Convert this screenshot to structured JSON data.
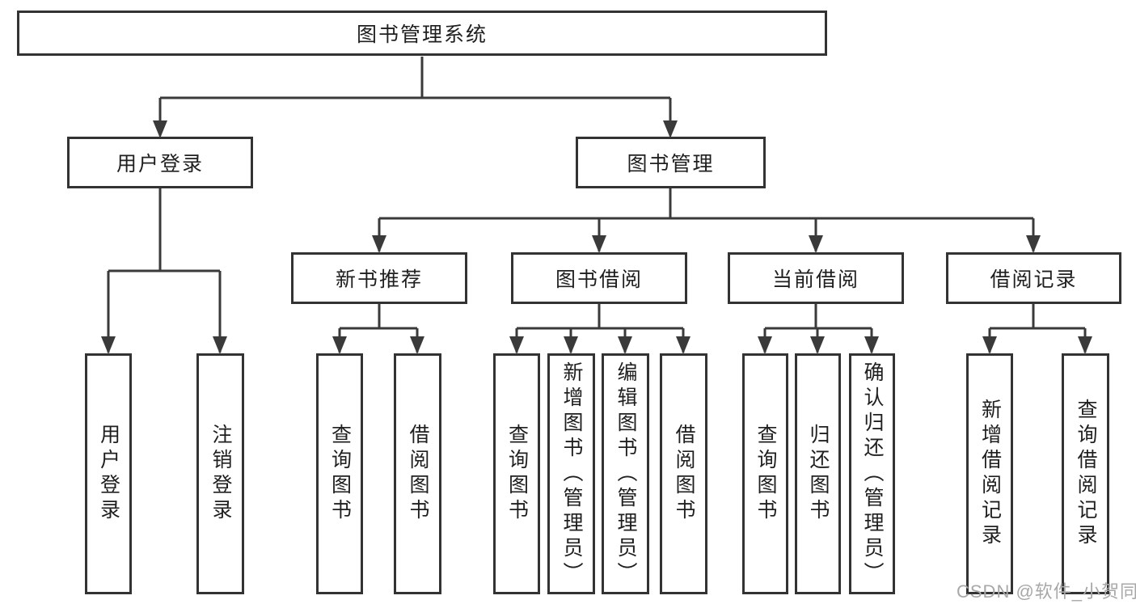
{
  "diagram": {
    "type": "hierarchy",
    "title": "图书管理系统",
    "colors": {
      "line": "#3a3a3a",
      "border": "#333333",
      "text": "#1f1f1f",
      "background": "#ffffff",
      "watermark": "#a8a8a8"
    },
    "watermark": "CSDN @软件_小贺同学",
    "nodes": {
      "root": {
        "label": "图书管理系统"
      },
      "user_login": {
        "label": "用户登录"
      },
      "book_mgmt": {
        "label": "图书管理"
      },
      "new_book_rec": {
        "label": "新书推荐"
      },
      "book_borrow": {
        "label": "图书借阅"
      },
      "cur_borrow": {
        "label": "当前借阅"
      },
      "borrow_rec": {
        "label": "借阅记录"
      },
      "leaf_login": {
        "label": "用户登录"
      },
      "leaf_logout": {
        "label": "注销登录"
      },
      "leaf_rec_query": {
        "label": "查询图书"
      },
      "leaf_rec_borrow": {
        "label": "借阅图书"
      },
      "leaf_bb_query": {
        "label": "查询图书"
      },
      "leaf_bb_add": {
        "label": "新增图书（管理员）"
      },
      "leaf_bb_edit": {
        "label": "编辑图书（管理员）"
      },
      "leaf_bb_borrow": {
        "label": "借阅图书"
      },
      "leaf_cb_query": {
        "label": "查询图书"
      },
      "leaf_cb_return": {
        "label": "归还图书"
      },
      "leaf_cb_confirm": {
        "label": "确认归还（管理员）"
      },
      "leaf_br_add": {
        "label": "新增借阅记录"
      },
      "leaf_br_query": {
        "label": "查询借阅记录"
      }
    },
    "edges": [
      [
        "root",
        "user_login"
      ],
      [
        "root",
        "book_mgmt"
      ],
      [
        "user_login",
        "leaf_login"
      ],
      [
        "user_login",
        "leaf_logout"
      ],
      [
        "book_mgmt",
        "new_book_rec"
      ],
      [
        "book_mgmt",
        "book_borrow"
      ],
      [
        "book_mgmt",
        "cur_borrow"
      ],
      [
        "book_mgmt",
        "borrow_rec"
      ],
      [
        "new_book_rec",
        "leaf_rec_query"
      ],
      [
        "new_book_rec",
        "leaf_rec_borrow"
      ],
      [
        "book_borrow",
        "leaf_bb_query"
      ],
      [
        "book_borrow",
        "leaf_bb_add"
      ],
      [
        "book_borrow",
        "leaf_bb_edit"
      ],
      [
        "book_borrow",
        "leaf_bb_borrow"
      ],
      [
        "cur_borrow",
        "leaf_cb_query"
      ],
      [
        "cur_borrow",
        "leaf_cb_return"
      ],
      [
        "cur_borrow",
        "leaf_cb_confirm"
      ],
      [
        "borrow_rec",
        "leaf_br_add"
      ],
      [
        "borrow_rec",
        "leaf_br_query"
      ]
    ]
  }
}
